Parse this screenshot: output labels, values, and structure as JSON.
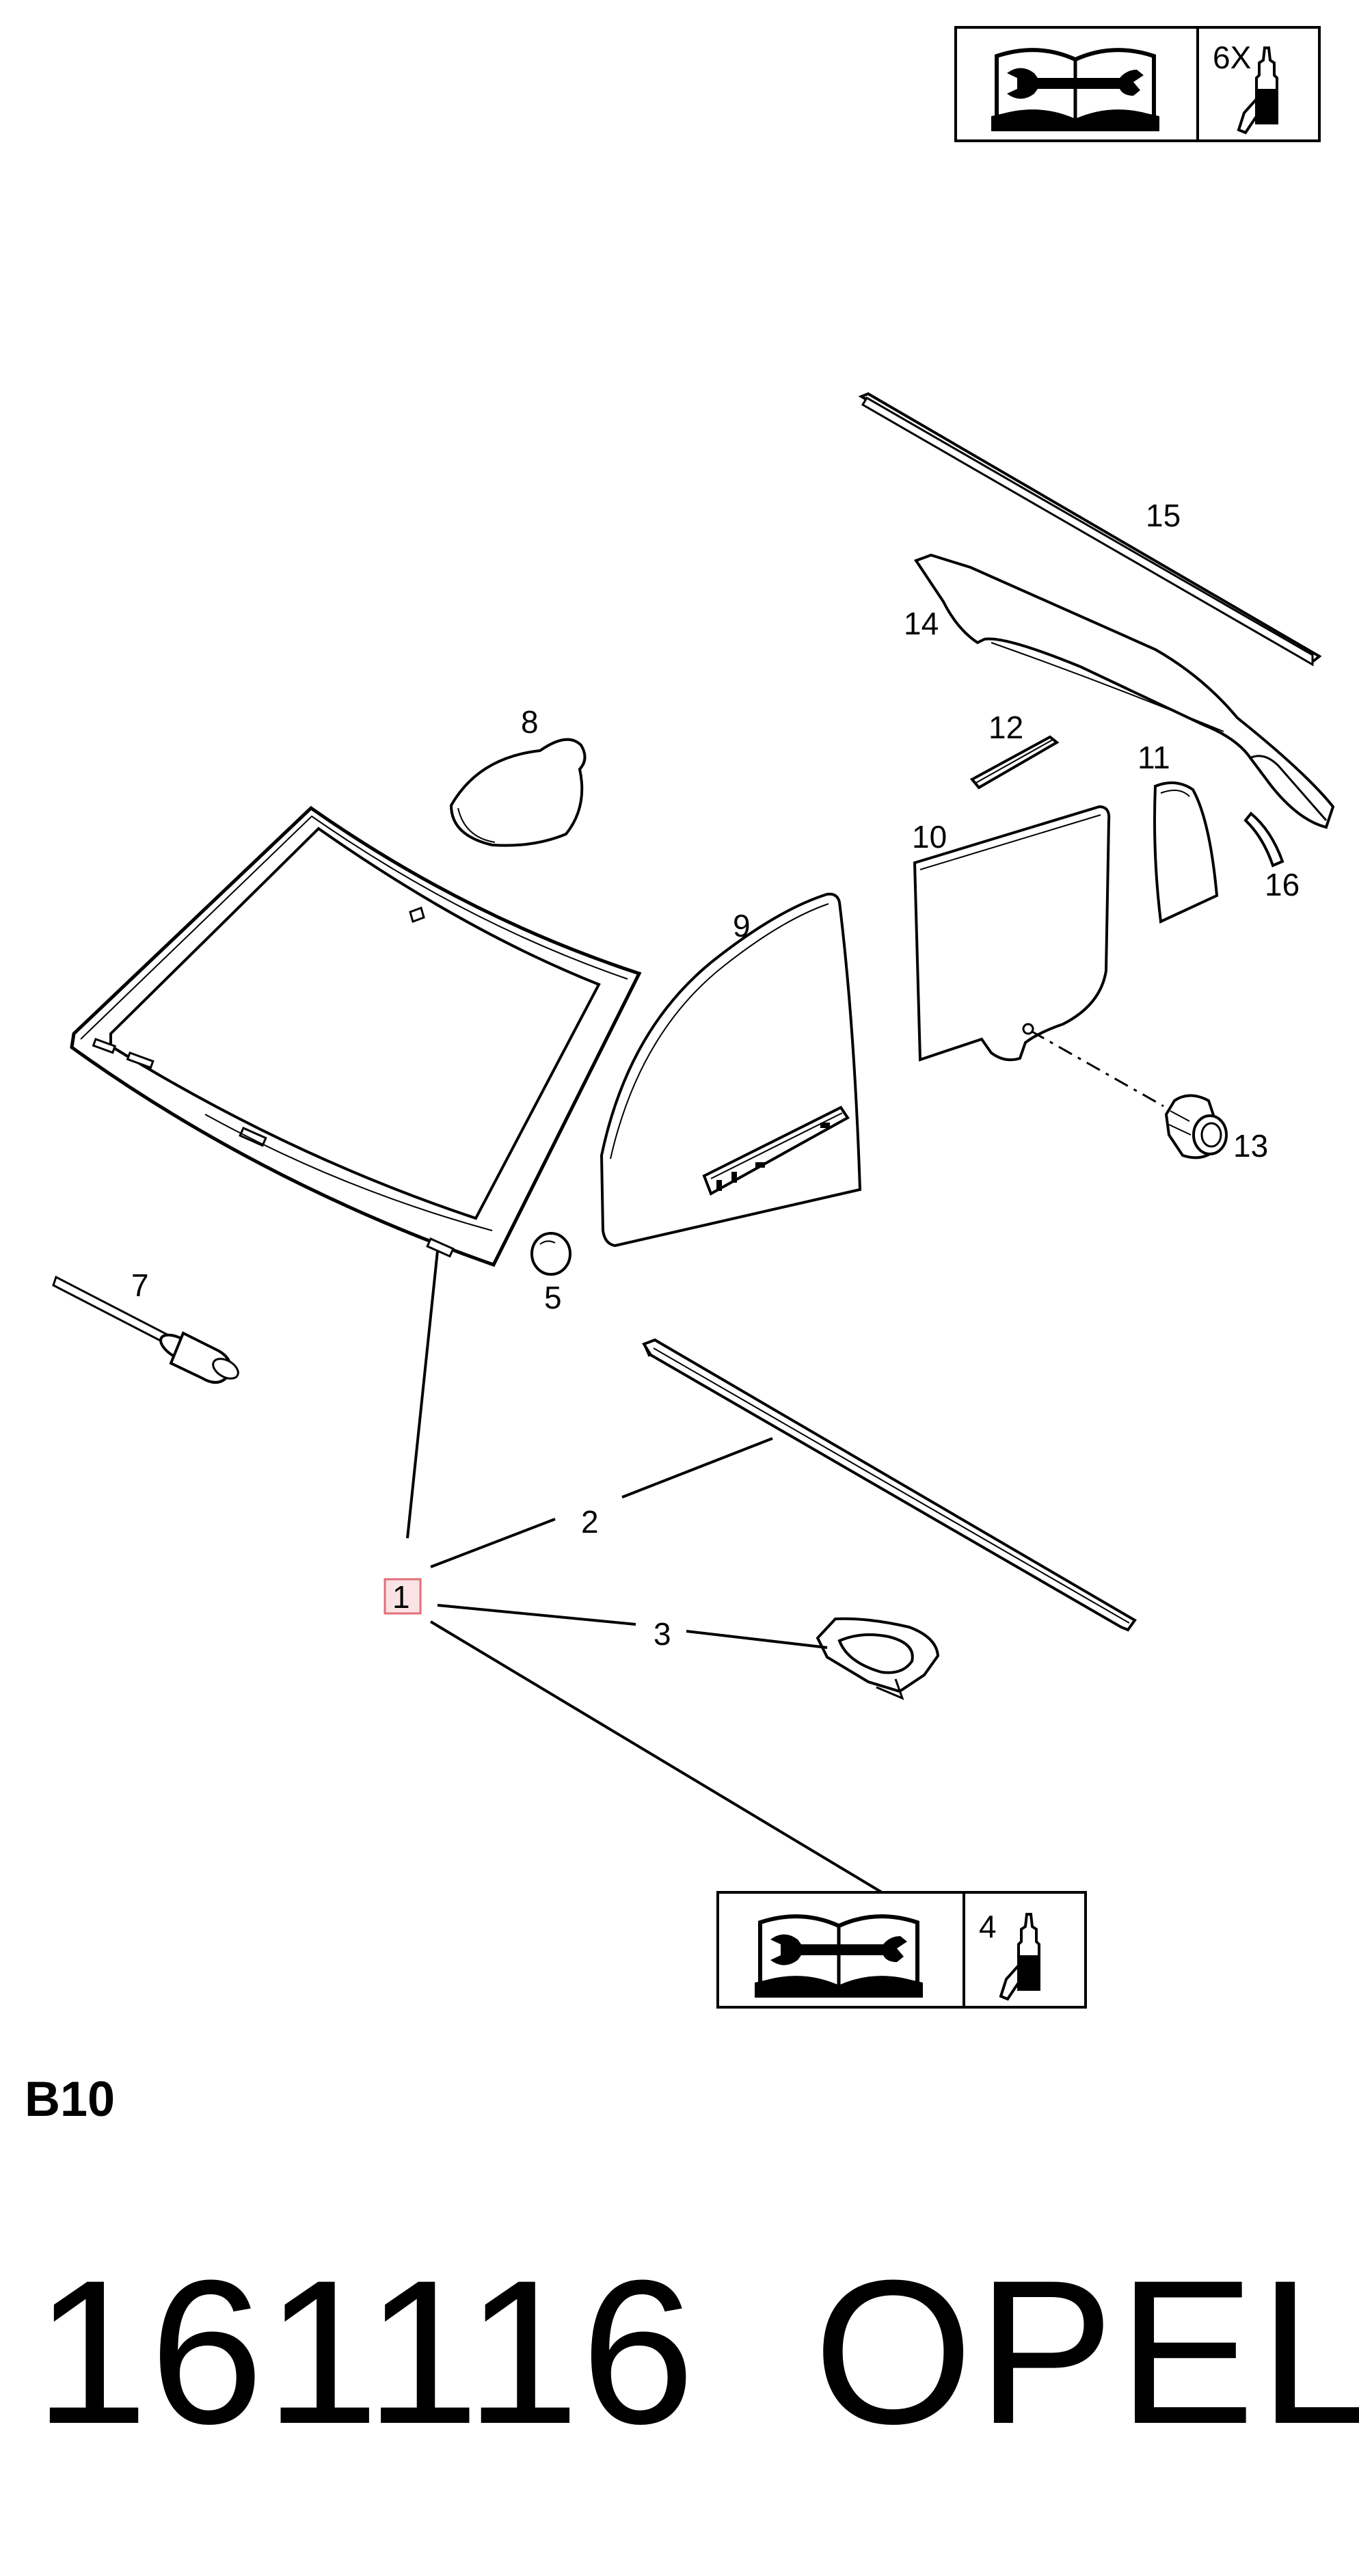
{
  "callouts": {
    "c1": "1",
    "c2": "2",
    "c3": "3",
    "c5": "5",
    "c7": "7",
    "c8": "8",
    "c9": "9",
    "c10": "10",
    "c11": "11",
    "c12": "12",
    "c13": "13",
    "c14": "14",
    "c15": "15",
    "c16": "16"
  },
  "top_box": {
    "qty": "6X",
    "icons": [
      "manual-icon",
      "adhesive-bottle-icon"
    ]
  },
  "bottom_box": {
    "qty": "4",
    "icons": [
      "manual-icon",
      "adhesive-bottle-icon"
    ]
  },
  "section_code": "B10",
  "footer": {
    "number": "161116",
    "brand": "OPEL"
  },
  "colors": {
    "line": "#000000",
    "highlight_border": "#e0707a",
    "highlight_fill": "#fbe3e5"
  }
}
